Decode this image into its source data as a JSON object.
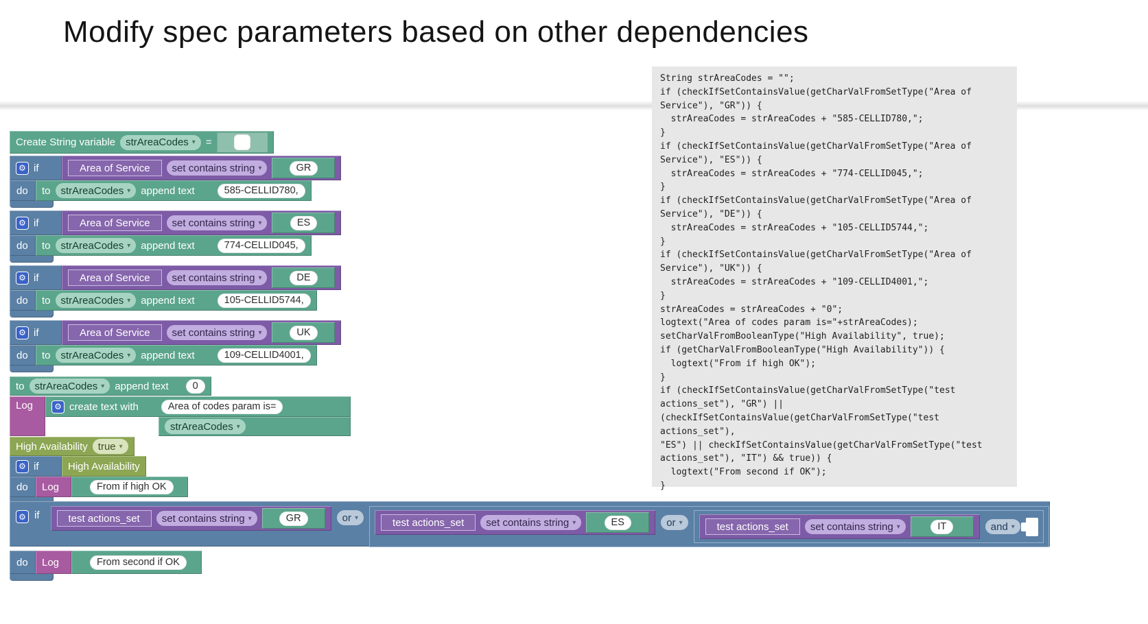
{
  "title": "Modify spec parameters based on other dependencies",
  "icons": {
    "gear": "⚙",
    "arrow": "▾"
  },
  "labels": {
    "if": "if",
    "do": "do",
    "to": "to",
    "append_text": "append text",
    "equals": "=",
    "log": "Log",
    "create_text_with": "create text with",
    "or": "or",
    "and": "and"
  },
  "blocks": {
    "create_var": {
      "label": "Create String variable",
      "var": "strAreaCodes"
    },
    "area_groups": [
      {
        "param": "Area of Service",
        "op": "set contains string",
        "value": "GR",
        "var": "strAreaCodes",
        "append": "585-CELLID780,"
      },
      {
        "param": "Area of Service",
        "op": "set contains string",
        "value": "ES",
        "var": "strAreaCodes",
        "append": "774-CELLID045,"
      },
      {
        "param": "Area of Service",
        "op": "set contains string",
        "value": "DE",
        "var": "strAreaCodes",
        "append": "105-CELLID5744,"
      },
      {
        "param": "Area of Service",
        "op": "set contains string",
        "value": "UK",
        "var": "strAreaCodes",
        "append": "109-CELLID4001,"
      }
    ],
    "append_zero": {
      "var": "strAreaCodes",
      "value": "0"
    },
    "log_create": {
      "text1": "Area of codes param is=",
      "var2": "strAreaCodes"
    },
    "high_avail_set": {
      "param": "High Availability",
      "value": "true"
    },
    "if_high": {
      "cond": "High Availability",
      "msg": "From if high OK"
    },
    "big_if": {
      "conds": [
        {
          "param": "test actions_set",
          "op": "set contains string",
          "value": "GR",
          "joiner": "or"
        },
        {
          "param": "test actions_set",
          "op": "set contains string",
          "value": "ES",
          "joiner": "or"
        },
        {
          "param": "test actions_set",
          "op": "set contains string",
          "value": "IT",
          "joiner": "and"
        }
      ],
      "msg": "From second if OK"
    }
  },
  "code_panel": {
    "text": "String strAreaCodes = \"\";\nif (checkIfSetContainsValue(getCharValFromSetType(\"Area of\nService\"), \"GR\")) {\n  strAreaCodes = strAreaCodes + \"585-CELLID780,\";\n}\nif (checkIfSetContainsValue(getCharValFromSetType(\"Area of\nService\"), \"ES\")) {\n  strAreaCodes = strAreaCodes + \"774-CELLID045,\";\n}\nif (checkIfSetContainsValue(getCharValFromSetType(\"Area of\nService\"), \"DE\")) {\n  strAreaCodes = strAreaCodes + \"105-CELLID5744,\";\n}\nif (checkIfSetContainsValue(getCharValFromSetType(\"Area of\nService\"), \"UK\")) {\n  strAreaCodes = strAreaCodes + \"109-CELLID4001,\";\n}\nstrAreaCodes = strAreaCodes + \"0\";\nlogtext(\"Area of codes param is=\"+strAreaCodes);\nsetCharValFromBooleanType(\"High Availability\", true);\nif (getCharValFromBooleanType(\"High Availability\")) {\n  logtext(\"From if high OK\");\n}\nif (checkIfSetContainsValue(getCharValFromSetType(\"test\nactions_set\"), \"GR\") ||\n(checkIfSetContainsValue(getCharValFromSetType(\"test actions_set\"),\n\"ES\") || checkIfSetContainsValue(getCharValFromSetType(\"test\nactions_set\"), \"IT\") && true)) {\n  logtext(\"From second if OK\");\n}"
  }
}
